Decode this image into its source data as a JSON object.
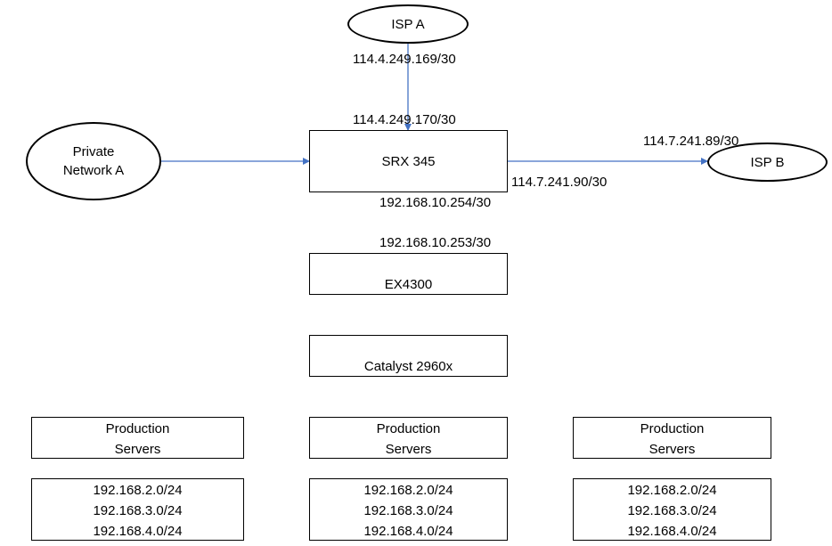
{
  "nodes": {
    "isp_a": "ISP A",
    "isp_b": "ISP B",
    "private_network": "Private\nNetwork A",
    "srx": "SRX 345",
    "ex4300": "EX4300",
    "catalyst": "Catalyst 2960x"
  },
  "ip_labels": {
    "isp_a_side": "114.4.249.169/30",
    "srx_isp_a_side": "114.4.249.170/30",
    "isp_b_side": "114.7.241.89/30",
    "srx_isp_b_side": "114.7.241.90/30",
    "srx_inside": "192.168.10.254/30",
    "ex4300_uplink": "192.168.10.253/30"
  },
  "server_groups": [
    {
      "title": "Production\nServers",
      "subnets": [
        "192.168.2.0/24",
        "192.168.3.0/24",
        "192.168.4.0/24"
      ]
    },
    {
      "title": "Production\nServers",
      "subnets": [
        "192.168.2.0/24",
        "192.168.3.0/24",
        "192.168.4.0/24"
      ]
    },
    {
      "title": "Production\nServers",
      "subnets": [
        "192.168.2.0/24",
        "192.168.3.0/24",
        "192.168.4.0/24"
      ]
    }
  ],
  "colors": {
    "link": "#4472c4",
    "border": "#000000"
  }
}
